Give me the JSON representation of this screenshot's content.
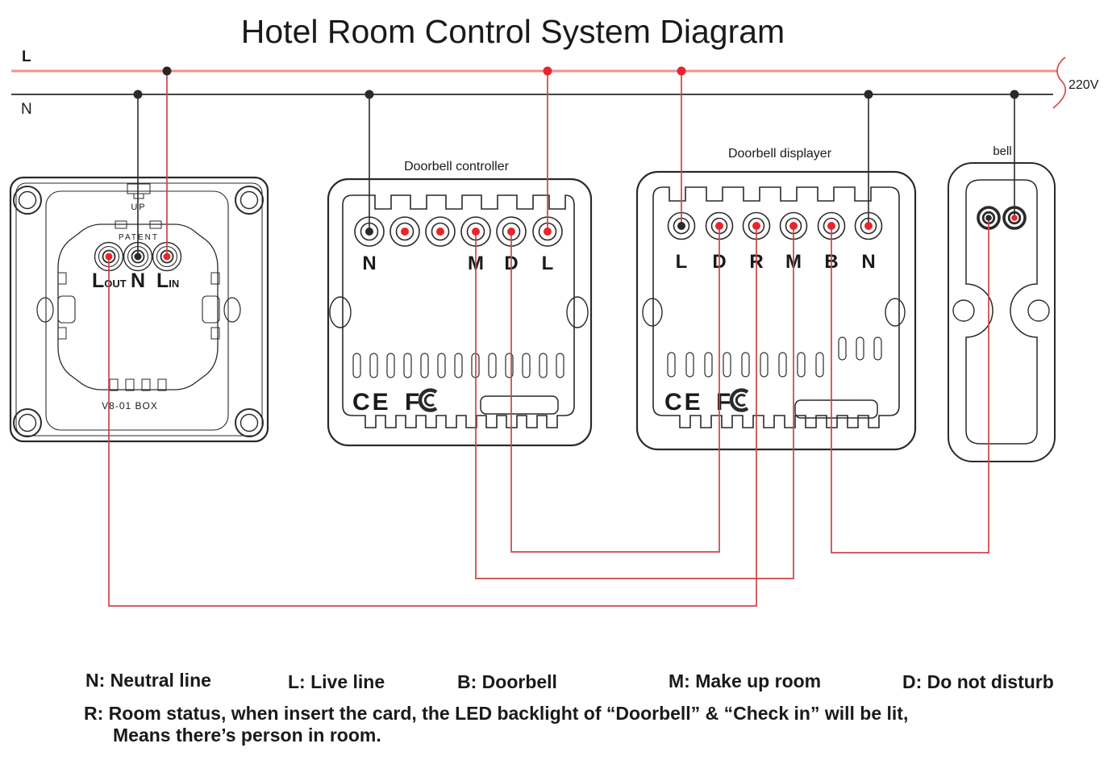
{
  "title": "Hotel Room Control System Diagram",
  "power_bus": {
    "live_label": "L",
    "neutral_label": "N",
    "voltage_label": "220V"
  },
  "wall_box": {
    "up_label": "UP",
    "patent_label": "PATENT",
    "model_label": "V8-01 BOX",
    "terminals": [
      {
        "main": "L",
        "sub": "OUT"
      },
      {
        "main": "N",
        "sub": ""
      },
      {
        "main": "L",
        "sub": "IN"
      }
    ]
  },
  "doorbell_controller": {
    "label": "Doorbell controller",
    "terminal_labels": [
      "N",
      "",
      "",
      "M",
      "D",
      "L"
    ]
  },
  "doorbell_displayer": {
    "label": "Doorbell displayer",
    "terminal_labels": [
      "L",
      "D",
      "R",
      "M",
      "B",
      "N"
    ]
  },
  "bell": {
    "label": "bell"
  },
  "certification": {
    "ce": "CE",
    "fcc": "F"
  },
  "legend": {
    "items": [
      {
        "text": "N: Neutral line"
      },
      {
        "text": "L: Live line"
      },
      {
        "text": "B: Doorbell"
      },
      {
        "text": "M: Make up room"
      },
      {
        "text": "D: Do not disturb"
      }
    ],
    "room_status_line1": "R: Room status, when insert the card, the LED backlight of “Doorbell” & “Check in” will be lit,",
    "room_status_line2": "Means there’s person in room."
  },
  "colors": {
    "live_bus": "#f2918f",
    "wire_red": "#cb4547",
    "dot_red": "#e8252c",
    "line_black": "#2a2a2a"
  }
}
